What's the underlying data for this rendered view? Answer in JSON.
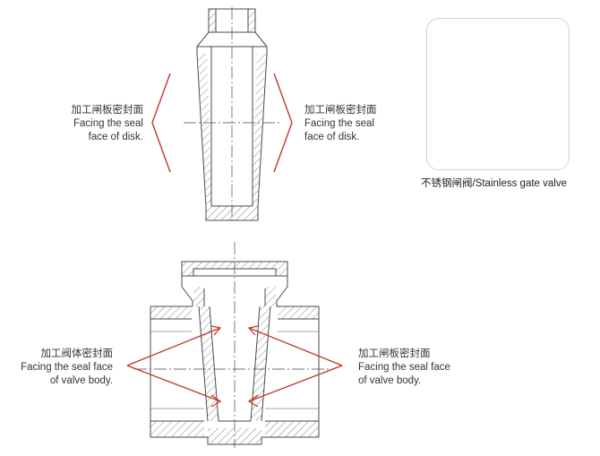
{
  "labels": {
    "disk_left": {
      "cn": "加工闸板密封面",
      "en1": "Facing the seal",
      "en2": "face of disk."
    },
    "disk_right": {
      "cn": "加工闸板密封面",
      "en1": "Facing the seal",
      "en2": "face of disk."
    },
    "body_left": {
      "cn": "加工阀体密封面",
      "en1": "Facing the seal face",
      "en2": "of valve body."
    },
    "body_right": {
      "cn": "加工闸板密封面",
      "en1": "Facing the seal face",
      "en2": "of valve body."
    }
  },
  "product": {
    "caption": "不锈钢闸阀/Stainless gate valve"
  },
  "colors": {
    "line": "#4a4a4a",
    "accent": "#c0392b",
    "handwheel": "#d11f2f",
    "steel": "#b9bcc0"
  }
}
